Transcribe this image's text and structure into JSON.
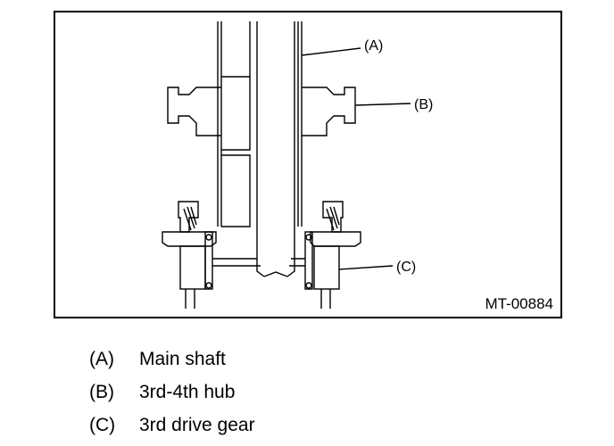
{
  "figure": {
    "code": "MT-00884",
    "callouts": [
      {
        "letter": "(A)"
      },
      {
        "letter": "(B)"
      },
      {
        "letter": "(C)"
      }
    ]
  },
  "legend": [
    {
      "key": "(A)",
      "text": "Main shaft"
    },
    {
      "key": "(B)",
      "text": "3rd-4th hub"
    },
    {
      "key": "(C)",
      "text": "3rd drive gear"
    }
  ]
}
